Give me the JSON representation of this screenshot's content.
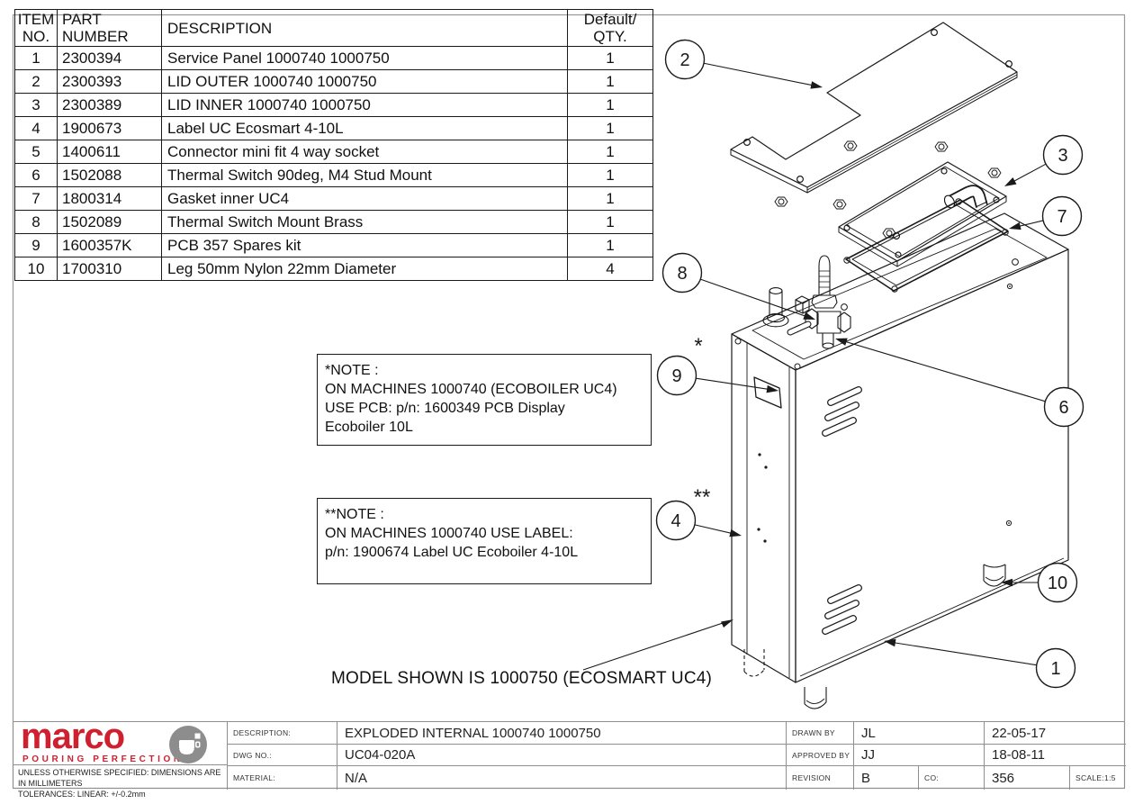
{
  "drawing": {
    "model_caption": "MODEL SHOWN IS 1000750 (ECOSMART UC4)",
    "balloons": [
      {
        "label": "2",
        "mark": ""
      },
      {
        "label": "3",
        "mark": ""
      },
      {
        "label": "7",
        "mark": ""
      },
      {
        "label": "8",
        "mark": ""
      },
      {
        "label": "9",
        "mark": "*"
      },
      {
        "label": "6",
        "mark": ""
      },
      {
        "label": "4",
        "mark": "**"
      },
      {
        "label": "10",
        "mark": ""
      },
      {
        "label": "1",
        "mark": ""
      }
    ]
  },
  "bom": {
    "headers": [
      [
        "ITEM",
        "NO."
      ],
      [
        "PART",
        "NUMBER"
      ],
      [
        "DESCRIPTION"
      ],
      [
        "Default/",
        "QTY."
      ]
    ],
    "rows": [
      [
        "1",
        "2300394",
        "Service Panel 1000740 1000750",
        "1"
      ],
      [
        "2",
        "2300393",
        "LID OUTER 1000740 1000750",
        "1"
      ],
      [
        "3",
        "2300389",
        "LID INNER 1000740 1000750",
        "1"
      ],
      [
        "4",
        "1900673",
        "Label UC Ecosmart 4-10L",
        "1"
      ],
      [
        "5",
        "1400611",
        "Connector mini fit 4 way socket",
        "1"
      ],
      [
        "6",
        "1502088",
        "Thermal Switch 90deg, M4 Stud Mount",
        "1"
      ],
      [
        "7",
        "1800314",
        "Gasket inner UC4",
        "1"
      ],
      [
        "8",
        "1502089",
        "Thermal Switch Mount Brass",
        "1"
      ],
      [
        "9",
        "1600357K",
        "PCB 357 Spares kit",
        "1"
      ],
      [
        "10",
        "1700310",
        "Leg 50mm Nylon 22mm Diameter",
        "4"
      ]
    ]
  },
  "notes": {
    "note1": [
      "*NOTE :",
      "ON MACHINES 1000740 (ECOBOILER UC4)",
      "USE PCB: p/n: 1600349 PCB Display",
      "Ecoboiler 10L"
    ],
    "note2": [
      "**NOTE :",
      "ON MACHINES 1000740 USE LABEL:",
      "p/n: 1900674 Label UC Ecoboiler 4-10L"
    ]
  },
  "title_block": {
    "description_label": "DESCRIPTION:",
    "description": "EXPLODED INTERNAL 1000740 1000750",
    "dwg_label": "DWG NO.:",
    "dwg_no": "UC04-020A",
    "material_label": "MATERIAL:",
    "material": "N/A",
    "drawn_label": "DRAWN BY",
    "drawn_by": "JL",
    "drawn_date": "22-05-17",
    "approved_label": "APPROVED BY",
    "approved_by": "JJ",
    "approved_date": "18-08-11",
    "revision_label": "REVISION",
    "revision": "B",
    "co_label": "CO:",
    "co_value": "356",
    "scale": "SCALE:1:5"
  },
  "logo": {
    "brand": "marco",
    "tagline": "POURING PERFECTION",
    "red": "#cf2030",
    "grey": "#8d8d8d"
  },
  "tolerance_note": [
    "UNLESS OTHERWISE SPECIFIED: DIMENSIONS ARE IN MILLIMETERS",
    "TOLERANCES: LINEAR: +/-0.2mm"
  ]
}
